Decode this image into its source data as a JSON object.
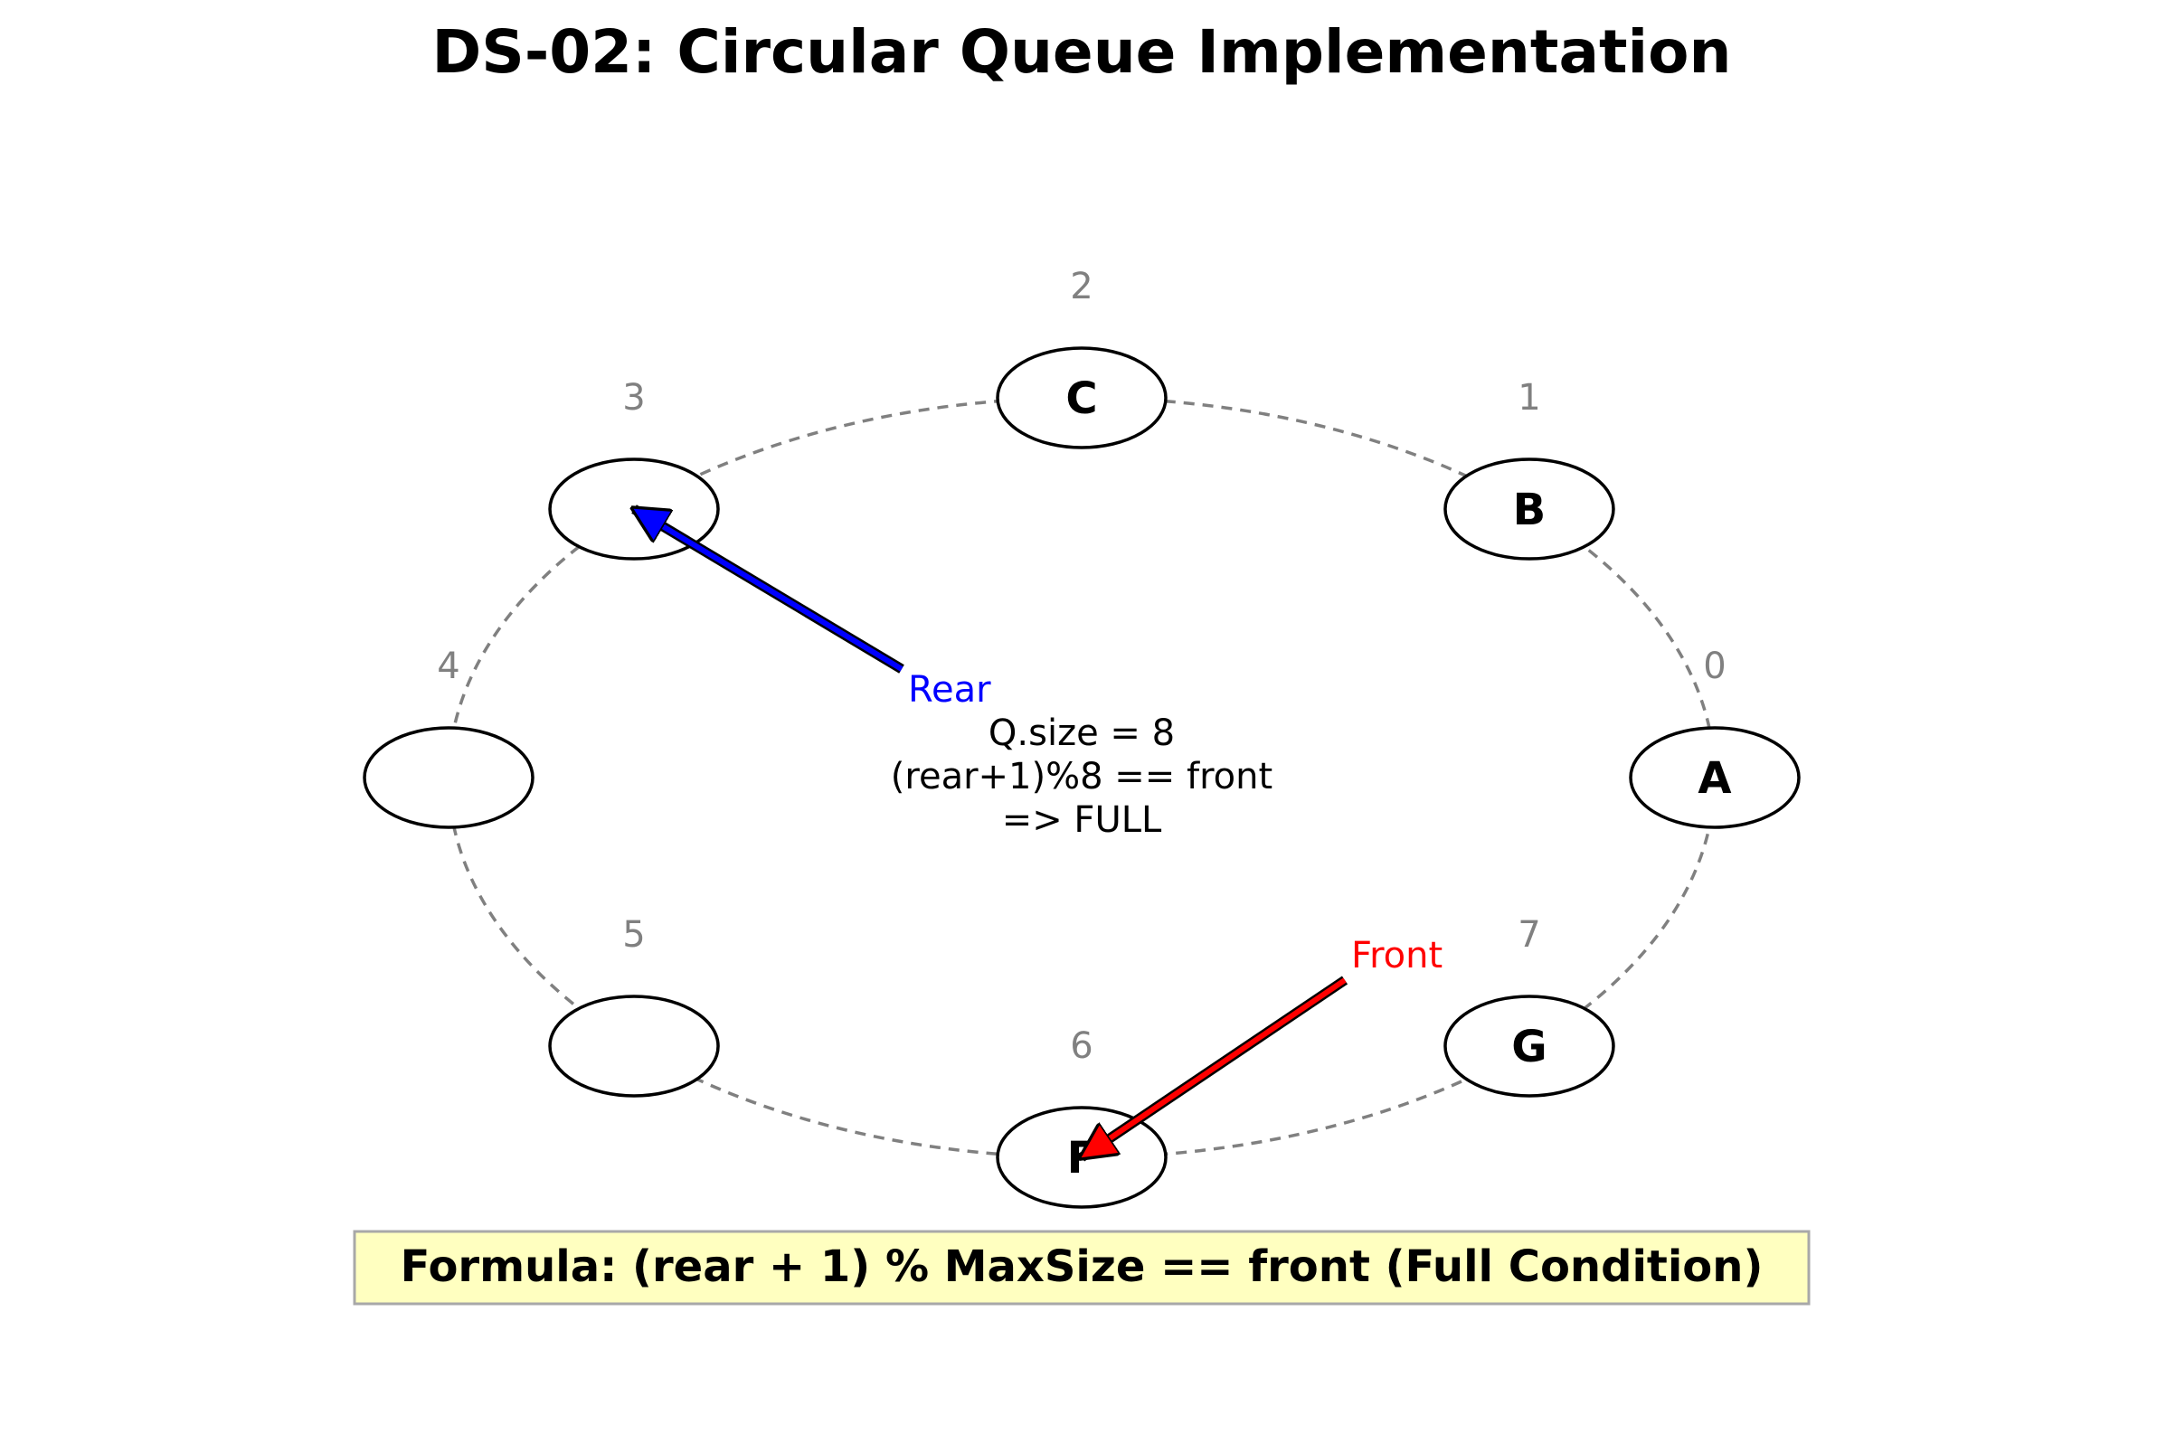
{
  "title": "DS-02: Circular Queue Implementation",
  "queue": {
    "slots": [
      {
        "index": "0",
        "value": "A"
      },
      {
        "index": "1",
        "value": "B"
      },
      {
        "index": "2",
        "value": "C"
      },
      {
        "index": "3",
        "value": ""
      },
      {
        "index": "4",
        "value": ""
      },
      {
        "index": "5",
        "value": ""
      },
      {
        "index": "6",
        "value": "F"
      },
      {
        "index": "7",
        "value": "G"
      }
    ]
  },
  "center": {
    "line1": "Q.size = 8",
    "line2": "(rear+1)%8 == front",
    "line3": "=> FULL"
  },
  "pointers": {
    "rear": {
      "label": "Rear",
      "slot": 3,
      "color": "#0000ff"
    },
    "front": {
      "label": "Front",
      "slot": 6,
      "color": "#ff0000"
    }
  },
  "formula": {
    "text": "Formula: (rear + 1) % MaxSize == front (Full Condition)",
    "background": "#ffffc0"
  },
  "colors": {
    "index_text": "#808080",
    "ring": "#808080"
  }
}
